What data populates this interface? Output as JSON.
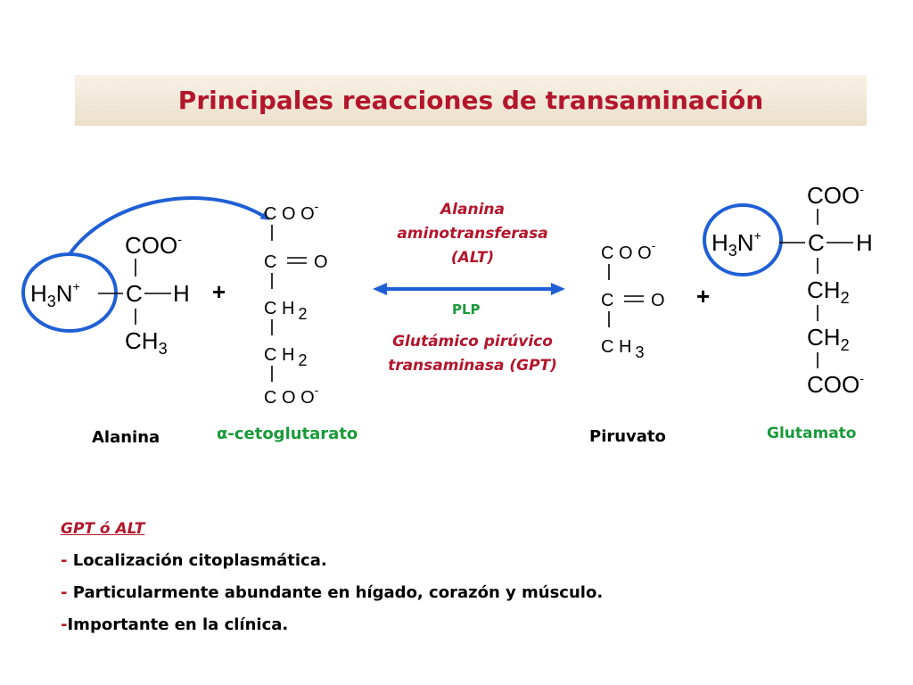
{
  "title": "Principales reacciones de transaminación",
  "compounds": {
    "alanina": {
      "label": "Alanina",
      "top": "COO",
      "top_charge": "-",
      "left": "H",
      "left_sub": "3",
      "left_n": "N",
      "left_charge": "+",
      "center": "C",
      "right": "H",
      "bottom": "CH",
      "bottom_sub": "3"
    },
    "alfa_cetoglutarato": {
      "label": "α-cetoglutarato",
      "rows": [
        "C O O",
        "C",
        "C H",
        "C H",
        "C O O"
      ],
      "charge": "-",
      "keto_o": "O",
      "sub": "2"
    },
    "piruvato": {
      "label": "Piruvato",
      "rows": [
        "C O O",
        "C",
        "C H"
      ],
      "charge": "-",
      "keto_o": "O",
      "sub": "3"
    },
    "glutamato": {
      "label": "Glutamato",
      "top": "COO",
      "charge": "-",
      "left": "H",
      "left_sub": "3",
      "left_n": "N",
      "left_charge": "+",
      "center": "C",
      "right": "H",
      "ch": "CH",
      "ch_sub": "2",
      "bottom": "COO"
    }
  },
  "plus_sign": "+",
  "enzyme": {
    "line1": "Alanina",
    "line2": "aminotransferasa",
    "line3": "(ALT)",
    "cofactor": "PLP",
    "line4": "Glutámico pirúvico",
    "line5": "transaminasa (GPT)"
  },
  "notes": {
    "heading": "GPT ó ALT",
    "lines": [
      {
        "dash": "- ",
        "text": "Localización citoplasmática."
      },
      {
        "dash": "- ",
        "text": "Particularmente abundante en hígado, corazón y músculo."
      },
      {
        "dash": "-",
        "text": "Importante en la clínica."
      }
    ]
  },
  "colors": {
    "title": "#b3162c",
    "arrow": "#1f5fd6",
    "circle": "#1f5fd6",
    "label_black": "#000000",
    "label_green": "#1a9a3a",
    "enzyme": "#b3162c"
  },
  "icons": {
    "reaction_arrow": "double-headed-arrow",
    "transfer_arrow": "curved-arrow"
  }
}
